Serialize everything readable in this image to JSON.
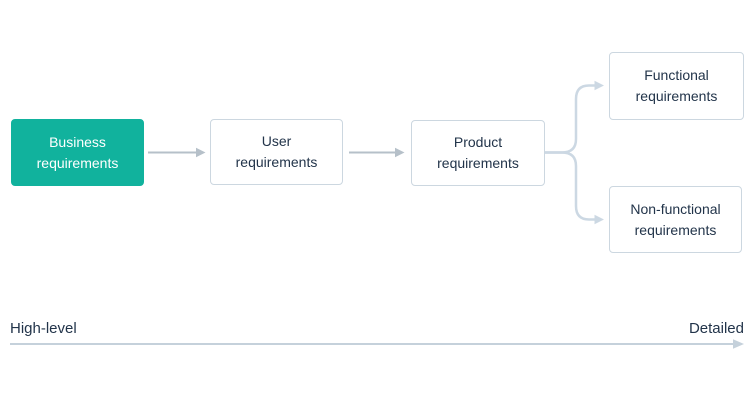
{
  "colors": {
    "accent_teal": "#11b29d",
    "box_border": "#ccd7e0",
    "text_dark": "#22344a",
    "arrow_gray": "#b6c0c9",
    "branch_gray": "#ccd8e3",
    "axis_gray": "#c5d1db"
  },
  "flow": {
    "nodes": [
      {
        "id": "business",
        "label": "Business requirements",
        "style": "filled"
      },
      {
        "id": "user",
        "label": "User requirements",
        "style": "outline"
      },
      {
        "id": "product",
        "label": "Product requirements",
        "style": "outline"
      },
      {
        "id": "functional",
        "label": "Functional requirements",
        "style": "outline"
      },
      {
        "id": "nonfunctional",
        "label": "Non-functional requirements",
        "style": "outline"
      }
    ],
    "edges": [
      {
        "from": "business",
        "to": "user"
      },
      {
        "from": "user",
        "to": "product"
      },
      {
        "from": "product",
        "to": "functional"
      },
      {
        "from": "product",
        "to": "nonfunctional"
      }
    ]
  },
  "axis": {
    "left_label": "High-level",
    "right_label": "Detailed"
  }
}
